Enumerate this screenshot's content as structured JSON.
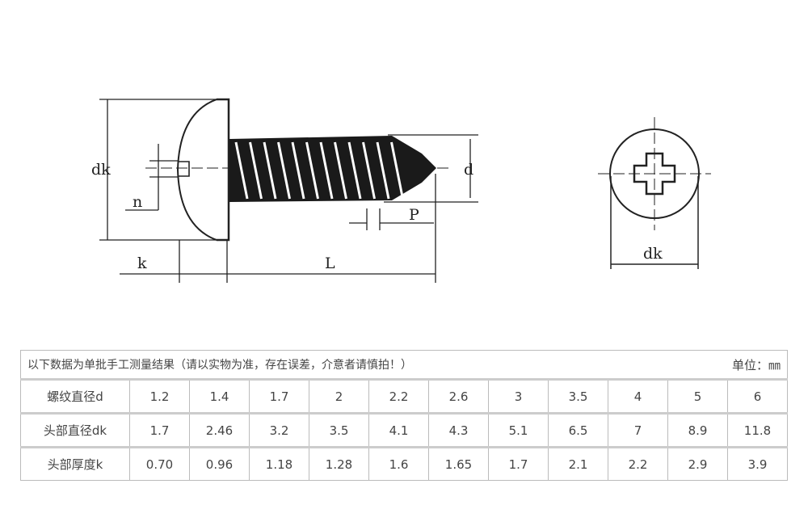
{
  "diagram": {
    "labels": {
      "dk_side": "dk",
      "n": "n",
      "k": "k",
      "L": "L",
      "P": "P",
      "d": "d",
      "dk_top": "dk"
    }
  },
  "table": {
    "note": "以下数据为单批手工测量结果（请以实物为准，存在误差，介意者请慎拍！）",
    "unit": "单位：㎜",
    "rows": [
      {
        "label": "螺纹直径d",
        "values": [
          "1.2",
          "1.4",
          "1.7",
          "2",
          "2.2",
          "2.6",
          "3",
          "3.5",
          "4",
          "5",
          "6"
        ]
      },
      {
        "label": "头部直径dk",
        "values": [
          "1.7",
          "2.46",
          "3.2",
          "3.5",
          "4.1",
          "4.3",
          "5.1",
          "6.5",
          "7",
          "8.9",
          "11.8"
        ]
      },
      {
        "label": "头部厚度k",
        "values": [
          "0.70",
          "0.96",
          "1.18",
          "1.28",
          "1.6",
          "1.65",
          "1.7",
          "2.1",
          "2.2",
          "2.9",
          "3.9"
        ]
      }
    ]
  }
}
